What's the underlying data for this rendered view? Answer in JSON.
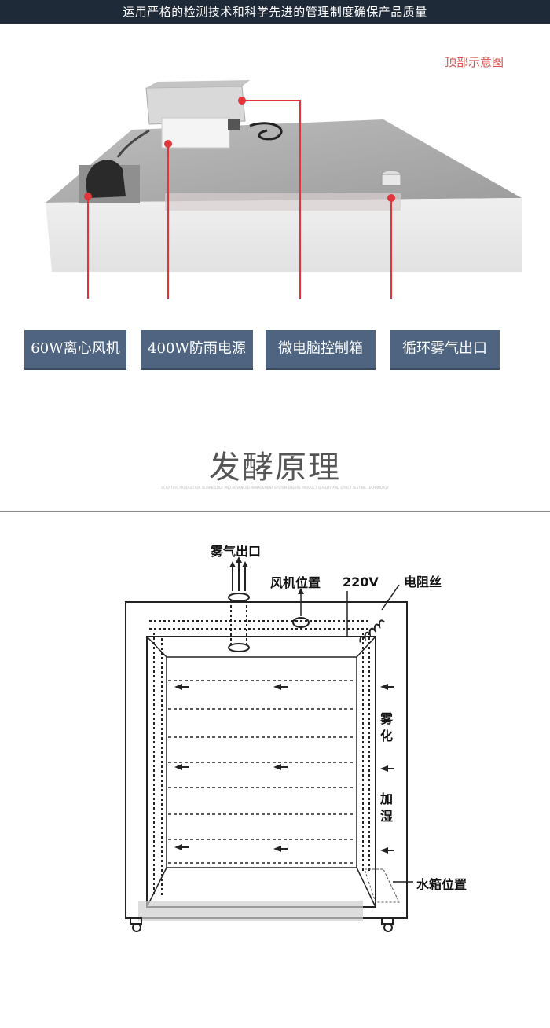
{
  "banner": {
    "text": "运用严格的检测技术和科学先进的管理制度确保产品质量"
  },
  "top_view": {
    "caption": "顶部示意图",
    "labels": [
      "60W离心风机",
      "400W防雨电源",
      "微电脑控制箱",
      "循环雾气出口"
    ]
  },
  "principle": {
    "title": "发酵原理",
    "fine_print": "SCIENTIFIC PRODUCTION TECHNOLOGY AND ADVANCED MANAGEMENT SYSTEM ENSURE PRODUCT QUALITY AND STRICT TESTING TECHNOLOGY"
  },
  "diagram": {
    "mist_outlet": "雾气出口",
    "fan_position": "风机位置",
    "voltage": "220V",
    "heater_wire": "电阻丝",
    "atomize": "雾化",
    "humidify": "加湿",
    "water_tank": "水箱位置"
  },
  "colors": {
    "accent_red": "#e0353a",
    "label_bg": "#4f6480",
    "banner_bg": "#1f2a38"
  }
}
